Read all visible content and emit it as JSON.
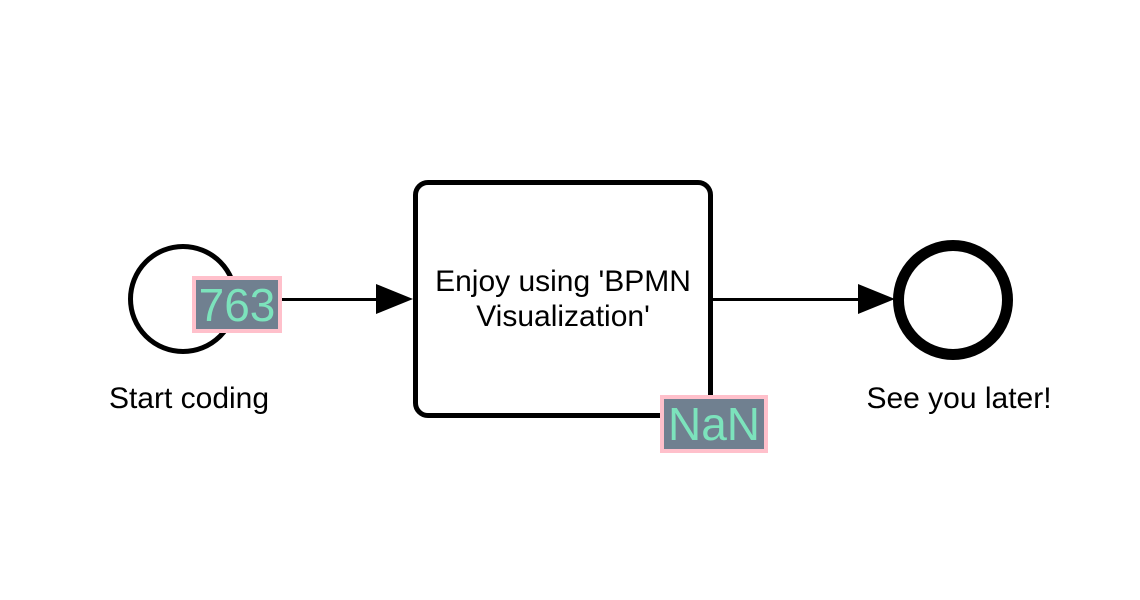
{
  "app": {
    "title": "BPMN process diagram"
  },
  "colors": {
    "background": "#ffffff",
    "shape_stroke": "#000000",
    "label_text": "#000000",
    "overlay_fill": "#708090",
    "overlay_text": "#7ce3bc",
    "overlay_border": "#ffc0cb"
  },
  "diagram": {
    "start_event": {
      "label": "Start coding",
      "overlay": "763"
    },
    "task": {
      "label": "Enjoy using 'BPMN Visualization'",
      "overlay": "NaN"
    },
    "end_event": {
      "label": "See you later!"
    }
  }
}
